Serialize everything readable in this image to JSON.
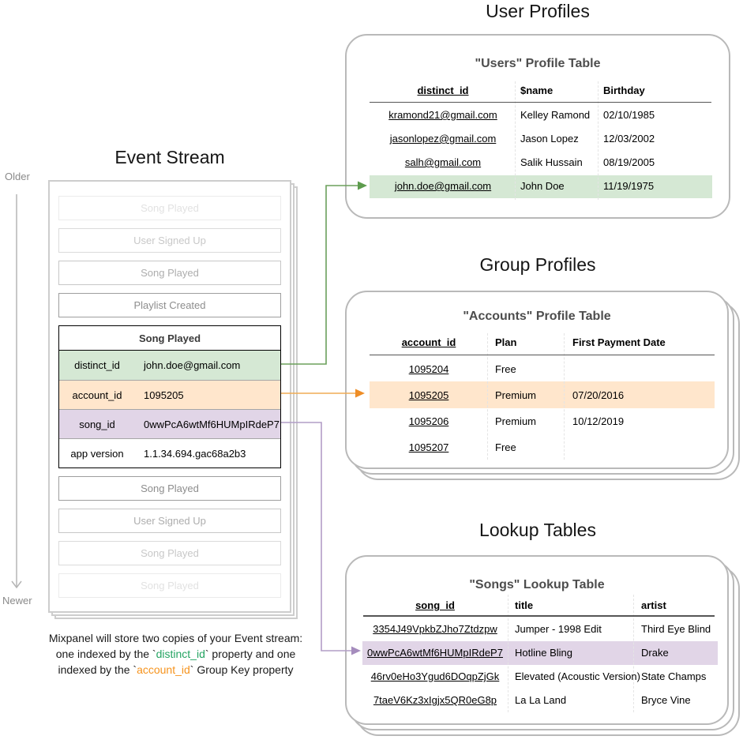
{
  "event_stream": {
    "title": "Event Stream",
    "older_label": "Older",
    "newer_label": "Newer",
    "faded_before": [
      "Song Played",
      "User Signed Up",
      "Song Played",
      "Playlist Created"
    ],
    "expanded_event": {
      "title": "Song Played",
      "properties": [
        {
          "key": "distinct_id",
          "value": "john.doe@gmail.com",
          "highlight": "#d5e8d4"
        },
        {
          "key": "account_id",
          "value": "1095205",
          "highlight": "#ffe6cc"
        },
        {
          "key": "song_id",
          "value": "0wwPcA6wtMf6HUMpIRdeP7",
          "highlight": "#e1d5e7"
        },
        {
          "key": "app version",
          "value": "1.1.34.694.gac68a2b3",
          "highlight": "none"
        }
      ]
    },
    "faded_after": [
      "Song Played",
      "User Signed Up",
      "Song Played",
      "Song Played"
    ]
  },
  "user_profiles": {
    "section_title": "User Profiles",
    "table_title": "\"Users\" Profile Table",
    "columns": [
      "distinct_id",
      "$name",
      "Birthday"
    ],
    "rows": [
      [
        "kramond21@gmail.com",
        "Kelley Ramond",
        "02/10/1985"
      ],
      [
        "jasonlopez@gmail.com",
        "Jason Lopez",
        "12/03/2002"
      ],
      [
        "salh@gmail.com",
        "Salik Hussain",
        "08/19/2005"
      ],
      [
        "john.doe@gmail.com",
        "John Doe",
        "11/19/1975"
      ]
    ],
    "highlighted_row_index": 3,
    "highlight_color": "#d5e8d4"
  },
  "group_profiles": {
    "section_title": "Group Profiles",
    "table_title": "\"Accounts\" Profile Table",
    "columns": [
      "account_id",
      "Plan",
      "First Payment Date"
    ],
    "rows": [
      [
        "1095204",
        "Free",
        ""
      ],
      [
        "1095205",
        "Premium",
        "07/20/2016"
      ],
      [
        "1095206",
        "Premium",
        "10/12/2019"
      ],
      [
        "1095207",
        "Free",
        ""
      ]
    ],
    "highlighted_row_index": 1,
    "highlight_color": "#ffe6cc"
  },
  "lookup_tables": {
    "section_title": "Lookup Tables",
    "table_title": "\"Songs\" Lookup Table",
    "columns": [
      "song_id",
      "title",
      "artist"
    ],
    "rows": [
      [
        "3354J49VpkbZJho7Ztdzpw",
        "Jumper - 1998 Edit",
        "Third Eye Blind"
      ],
      [
        "0wwPcA6wtMf6HUMpIRdeP7",
        "Hotline Bling",
        "Drake"
      ],
      [
        "46rv0eHo3Ygud6DOqpZjGk",
        "Elevated (Acoustic Version)",
        "State Champs"
      ],
      [
        "7taeV6Kz3xIgjx5QR0eG8p",
        "La La Land",
        "Bryce Vine"
      ]
    ],
    "highlighted_row_index": 1,
    "highlight_color": "#e1d5e7"
  },
  "caption": {
    "line1": "Mixpanel will store two copies of your Event stream:",
    "line2_pre": "one indexed by the `",
    "line2_code": "distinct_id",
    "line2_post": "` property and one",
    "line3_pre": "indexed by the `",
    "line3_code": "account_id",
    "line3_post": "` Group Key property"
  },
  "colors": {
    "green_highlight": "#d5e8d4",
    "orange_highlight": "#ffe6cc",
    "purple_highlight": "#e1d5e7",
    "green_text_accent": "#24a462",
    "orange_text_accent": "#f6931d",
    "green_connector": "#6ba05b",
    "orange_connector": "#f0ab55",
    "purple_connector": "#b29dc6",
    "panel_border": "#b9b9b9"
  }
}
